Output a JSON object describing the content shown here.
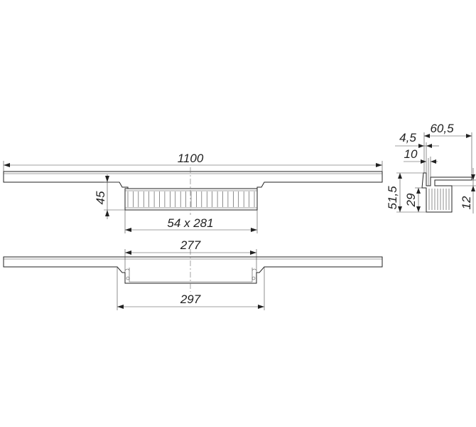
{
  "dimensions": {
    "overall_length": "1100",
    "body_height": "45",
    "slot_spec": "54 x 281",
    "inner_width": "277",
    "outer_width": "297",
    "flange_width": "60,5",
    "wall_thickness": "4,5",
    "lip": "10",
    "total_height": "51,5",
    "channel_height": "29",
    "offset_height": "12"
  }
}
